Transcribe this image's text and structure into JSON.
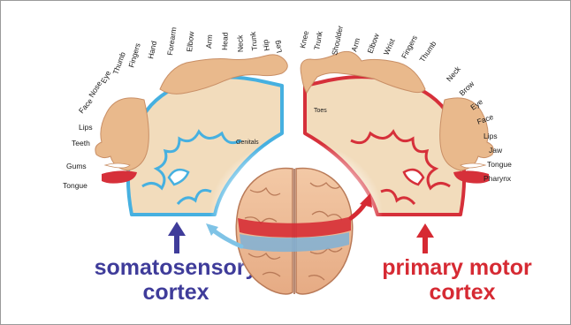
{
  "colors": {
    "sensory_accent": "#3f3c9a",
    "sensory_outline": "#46b0e0",
    "motor_accent": "#d62a33",
    "motor_outline": "#d6303a",
    "tissue_fill": "#f2dcbc",
    "body_skin": "#e9b98c"
  },
  "somatosensory": {
    "title_line1": "somatosensory",
    "title_line2": "cortex",
    "labels": [
      "Teeth",
      "Lips",
      "Face",
      "Nose",
      "Eye",
      "Thumb",
      "Fingers",
      "Hand",
      "Forearm",
      "Elbow",
      "Arm",
      "Head",
      "Neck",
      "Trunk",
      "Hip",
      "Leg",
      "Gums",
      "Tongue"
    ],
    "inner_label": "Genitals",
    "arrow_icon": "arrow-up-icon"
  },
  "motor": {
    "title_line1": "primary motor",
    "title_line2": "cortex",
    "labels": [
      "Knee",
      "Trunk",
      "Shoulder",
      "Arm",
      "Elbow",
      "Wrist",
      "Fingers",
      "Thumb",
      "Neck",
      "Brow",
      "Eye",
      "Face",
      "Lips",
      "Jaw",
      "Tongue",
      "Pharynx"
    ],
    "inner_label": "Toes",
    "arrow_icon": "arrow-up-icon"
  },
  "brain": {
    "icon": "brain-top-view-icon",
    "curve_arrow_icon": "curved-arrow-icon"
  }
}
